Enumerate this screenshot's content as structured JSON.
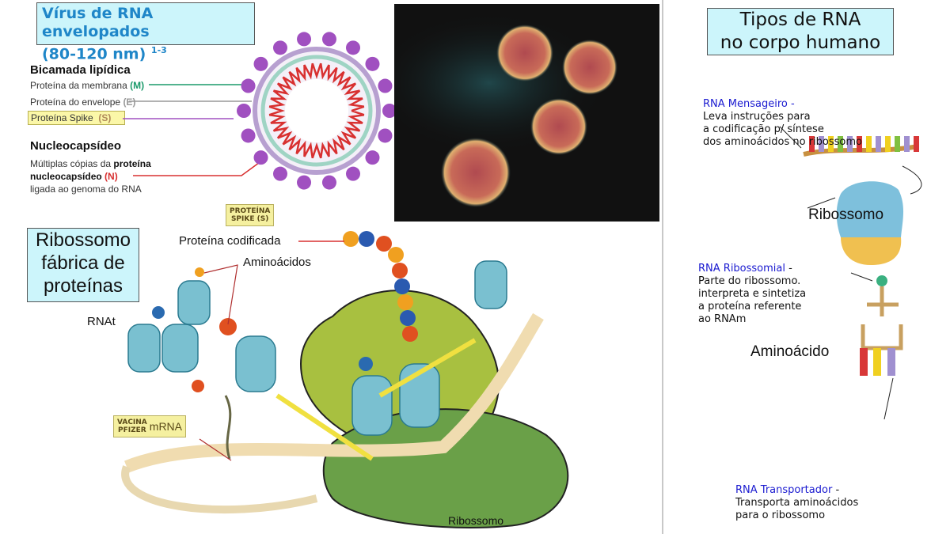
{
  "virus": {
    "title_line1": "Vírus de RNA envelopados",
    "title_line2": "(80-120 nm)",
    "title_sup": "1-3",
    "lipid_bilayer": "Bicamada lipídica",
    "membrane_protein": "Proteína da membrana",
    "membrane_code": "(M)",
    "envelope_protein": "Proteína do envelope",
    "envelope_code": "(E)",
    "spike_protein": "Proteína Spike",
    "spike_code": "(S)",
    "nucleocapsid": "Nucleocapsídeo",
    "nc_line1": "Múltiplas cópias da",
    "nc_line1_bold": "proteína",
    "nc_line2_bold": "nucleocapsídeo",
    "nc_code": "(N)",
    "nc_line3": "ligada ao genoma do RNA"
  },
  "ribosome_panel": {
    "title_line1": "Ribossomo",
    "title_line2": "fábrica de",
    "title_line3": "proteínas",
    "spike_tag_line1": "PROTEÍNA",
    "spike_tag_line2": "SPIKE (S)",
    "encoded_protein": "Proteína codificada",
    "amino_acids": "Aminoácidos",
    "trna": "RNAt",
    "vaccine_tag_line1": "VACINA",
    "vaccine_tag_line2": "PFIZER",
    "mrna": "mRNA",
    "ribosome": "Ribossomo"
  },
  "rna_types": {
    "title_line1": "Tipos de RNA",
    "title_line2": "no corpo humano",
    "messenger_title": "RNA Mensageiro",
    "messenger_lines": [
      "Leva instruções para",
      "a codificação p/ síntese",
      "dos aminoácidos no ribossomo"
    ],
    "ribosome_label": "Ribossomo",
    "ribosomal_title": "RNA Ribossomial",
    "ribosomal_lines": [
      "Parte do ribossomo.",
      "interpreta e sintetiza",
      "a proteína referente",
      "ao RNAm"
    ],
    "amino_label": "Aminoácido",
    "transport_title": "RNA Transportador",
    "transport_lines": [
      "Transporta aminoácidos",
      "para o ribossomo"
    ],
    "dash": "-"
  },
  "colors": {
    "title_box": "#ccf5fb",
    "membrane": "#1a9a6a",
    "spike": "#a050c0",
    "nucleocapsid": "#d83030",
    "blue_text": "#1a1ad0",
    "ribosome_green": "#9cb83a"
  }
}
